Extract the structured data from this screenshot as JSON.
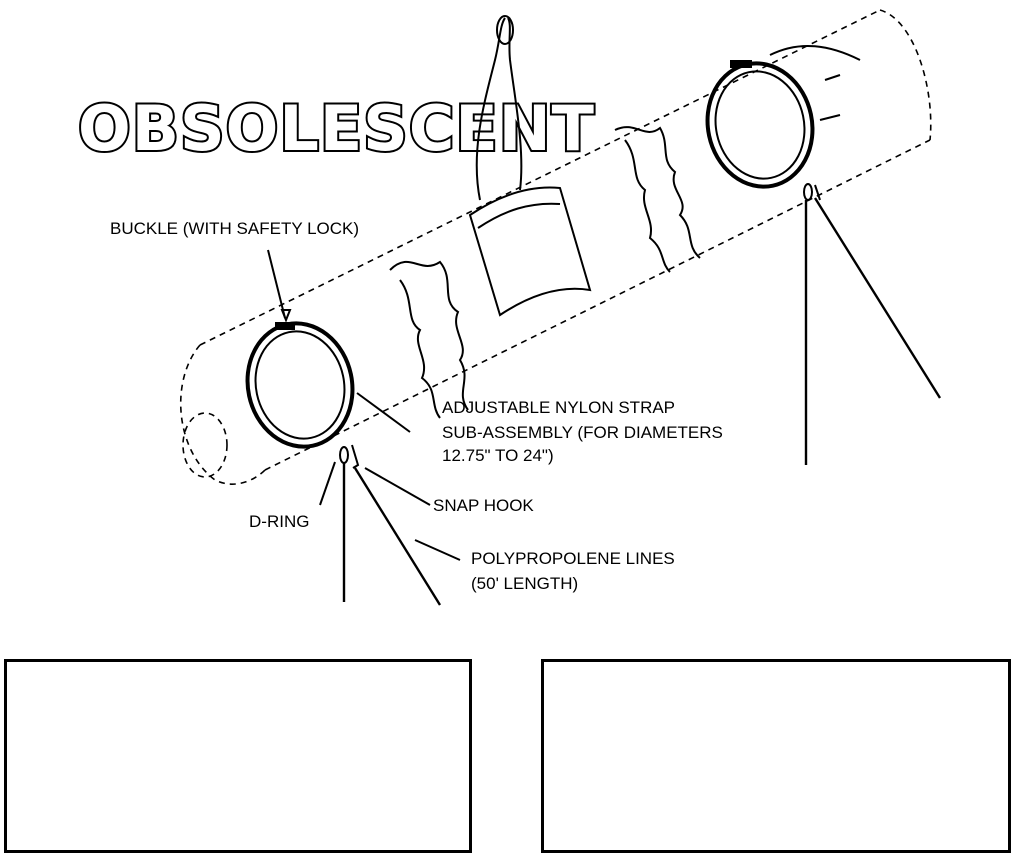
{
  "stamp": "OBSOLESCENT",
  "labels": {
    "buckle": "BUCKLE (WITH SAFETY LOCK)",
    "strap_line1": "ADJUSTABLE NYLON STRAP",
    "strap_line2": "SUB-ASSEMBLY (FOR DIAMETERS",
    "strap_line3": "12.75\" TO 24\")",
    "snap_hook": "SNAP HOOK",
    "d_ring": "D-RING",
    "lines_line1": "POLYPROPOLENE LINES",
    "lines_line2": "(50' LENGTH)"
  }
}
